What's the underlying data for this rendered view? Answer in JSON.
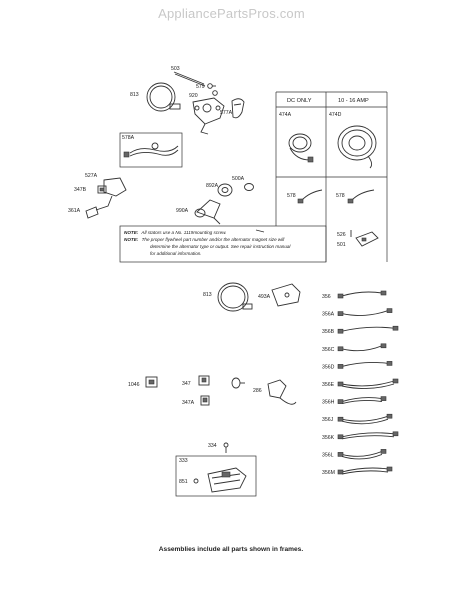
{
  "watermark": "AppliancePartsPros.com",
  "footer": "Assemblies include all parts shown in frames.",
  "upper_section": {
    "labels": {
      "p503": "503",
      "p813": "813",
      "p579": "579",
      "p920": "920",
      "p577A": "577A",
      "p578A": "578A",
      "p527A": "527A",
      "p347B": "347B",
      "p361A": "361A",
      "p500A": "500A",
      "p892A": "892A",
      "p990A": "990A"
    },
    "table": {
      "col1_header": "DC ONLY",
      "col2_header": "10 - 16 AMP",
      "p474A": "474A",
      "p474D": "474D",
      "p578_a": "578",
      "p578_b": "578",
      "p526": "526",
      "p501": "501"
    },
    "note": {
      "line1_label": "NOTE:",
      "line1_text": "All stators use a No. 1119mounting screw.",
      "line2_label": "NOTE:",
      "line2_text": "The proper flywheel part number and/or the alternator magnet size will",
      "line3_text": "determine the alternator type or output. See repair instruction manual",
      "line4_text": "for additional information."
    }
  },
  "lower_section": {
    "labels": {
      "p813": "813",
      "p493A": "493A",
      "p1046": "1046",
      "p347": "347",
      "p347A": "347A",
      "p286": "286",
      "p334": "334",
      "p333": "333",
      "p851": "851"
    },
    "harness_labels": [
      "356",
      "356A",
      "356B",
      "356C",
      "356D",
      "356E",
      "356H",
      "356J",
      "356K",
      "356L",
      "356M"
    ]
  }
}
